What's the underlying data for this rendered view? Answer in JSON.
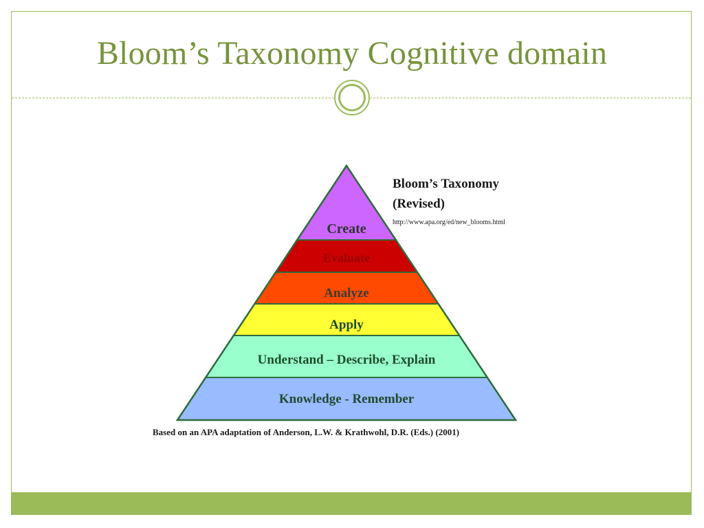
{
  "slide": {
    "title": "Bloom’s Taxonomy  Cognitive domain"
  },
  "diagram": {
    "heading_line1": "Bloom’s Taxonomy",
    "heading_line2": "(Revised)",
    "url": "http://www.apa.org/ed/new_blooms.html",
    "caption": "Based on an APA adaptation of Anderson, L.W. & Krathwohl, D.R. (Eds.) (2001)",
    "levels": [
      {
        "label": "Create",
        "color": "#cc66ff",
        "text_color": "#333333"
      },
      {
        "label": "Evaluate",
        "color": "#cc0000",
        "text_color": "#9a0000"
      },
      {
        "label": "Analyze",
        "color": "#ff4a00",
        "text_color": "#3a3a3a"
      },
      {
        "label": "Apply",
        "color": "#ffff33",
        "text_color": "#1f4a2e"
      },
      {
        "label": "Understand – Describe, Explain",
        "color": "#99ffcc",
        "text_color": "#1f4a2e"
      },
      {
        "label": "Knowledge - Remember",
        "color": "#99bbff",
        "text_color": "#1f4a2e"
      }
    ],
    "outline_color": "#2e6b3a"
  },
  "theme": {
    "accent": "#9bbb59",
    "title_color": "#77933c"
  }
}
